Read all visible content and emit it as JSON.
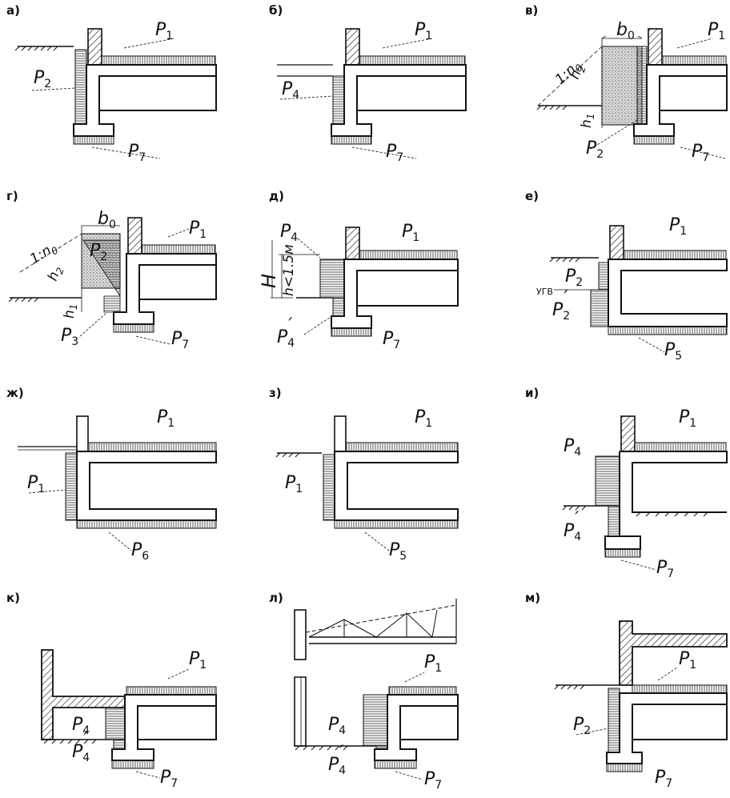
{
  "panels": [
    {
      "tag": "а)",
      "labels": {
        "p1": "P",
        "p1s": "1",
        "p2": "P",
        "p2s": "2",
        "p7": "P",
        "p7s": "7"
      }
    },
    {
      "tag": "б)",
      "labels": {
        "p1": "P",
        "p1s": "1",
        "p4": "P",
        "p4s": "4",
        "p7": "P",
        "p7s": "7"
      }
    },
    {
      "tag": "в)",
      "labels": {
        "p1": "P",
        "p1s": "1",
        "p2": "P",
        "p2s": "2",
        "p7": "P",
        "p7s": "7",
        "b0": "b",
        "b0s": "0",
        "h2": "h",
        "h2s": "2",
        "h1": "h",
        "h1s": "1",
        "slope": "1:n",
        "slopes": "0"
      }
    },
    {
      "tag": "г)",
      "labels": {
        "p1": "P",
        "p1s": "1",
        "p2": "P",
        "p2s": "2",
        "p3": "P",
        "p3s": "3",
        "p7": "P",
        "p7s": "7",
        "b0": "b",
        "b0s": "0",
        "h2": "h",
        "h2s": "2",
        "h1": "h",
        "h1s": "1",
        "slope": "1:n",
        "slopes": "0"
      }
    },
    {
      "tag": "д)",
      "labels": {
        "p1": "P",
        "p1s": "1",
        "p4": "P",
        "p4s": "4",
        "p4p": "P",
        "p4ps": "4",
        "p7": "P",
        "p7s": "7",
        "H": "H",
        "h": "h<1.5м"
      }
    },
    {
      "tag": "е)",
      "labels": {
        "p1": "P",
        "p1s": "1",
        "p2": "P",
        "p2s": "2",
        "p2p": "P",
        "p2ps": "2",
        "p5": "P",
        "p5s": "5",
        "ugv": "УГВ"
      }
    },
    {
      "tag": "ж)",
      "labels": {
        "p1a": "P",
        "p1as": "1",
        "p1b": "P",
        "p1bs": "1",
        "p6": "P",
        "p6s": "6"
      }
    },
    {
      "tag": "з)",
      "labels": {
        "p1a": "P",
        "p1as": "1",
        "p1b": "P",
        "p1bs": "1",
        "p5": "P",
        "p5s": "5"
      }
    },
    {
      "tag": "и)",
      "labels": {
        "p1": "P",
        "p1s": "1",
        "p4": "P",
        "p4s": "4",
        "p4p": "P",
        "p4ps": "4",
        "p7": "P",
        "p7s": "7"
      }
    },
    {
      "tag": "к)",
      "labels": {
        "p1": "P",
        "p1s": "1",
        "p4": "P",
        "p4s": "4",
        "p4p": "P",
        "p4ps": "4",
        "p7": "P",
        "p7s": "7"
      }
    },
    {
      "tag": "л)",
      "labels": {
        "p1": "P",
        "p1s": "1",
        "p4": "P",
        "p4s": "4",
        "p4p": "P",
        "p4ps": "4",
        "p7": "P",
        "p7s": "7"
      }
    },
    {
      "tag": "м)",
      "labels": {
        "p1": "P",
        "p1s": "1",
        "p2": "P",
        "p2s": "2",
        "p7": "P",
        "p7s": "7"
      }
    }
  ]
}
